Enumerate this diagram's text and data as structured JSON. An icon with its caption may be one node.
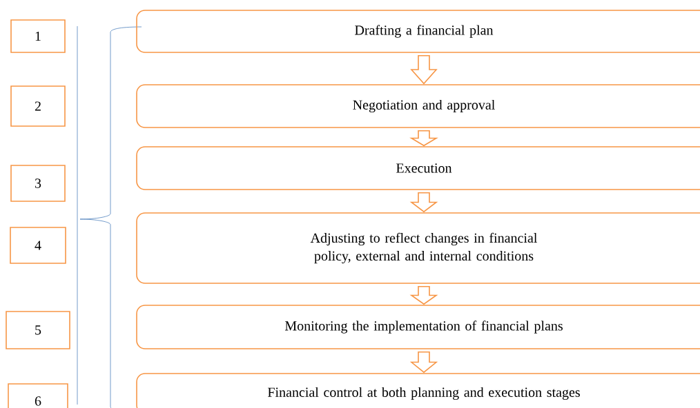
{
  "diagram": {
    "nodes": [
      {
        "text": [
          "1"
        ]
      },
      {
        "text": [
          "2"
        ]
      },
      {
        "text": [
          "3"
        ]
      },
      {
        "text": [
          "4"
        ]
      },
      {
        "text": [
          "5"
        ]
      },
      {
        "text": [
          "6"
        ]
      },
      {
        "text": [
          "Drafting a financial plan"
        ]
      },
      {
        "text": [
          "Negotiation and approval"
        ]
      },
      {
        "text": [
          "Execution"
        ]
      },
      {
        "text": [
          "Adjusting to reflect changes in financial policy, external and internal conditions"
        ]
      },
      {
        "text": [
          "Monitoring the implementation of financial plans"
        ]
      },
      {
        "text": [
          "Financial control at both planning and execution stages"
        ]
      }
    ],
    "edges": [
      {
        "from": 6,
        "to": 7,
        "arrow": "to"
      },
      {
        "from": 7,
        "to": 8,
        "arrow": "to"
      },
      {
        "from": 8,
        "to": 9,
        "arrow": "to"
      },
      {
        "from": 9,
        "to": 10,
        "arrow": "to"
      },
      {
        "from": 10,
        "to": 11,
        "arrow": "to"
      }
    ]
  }
}
